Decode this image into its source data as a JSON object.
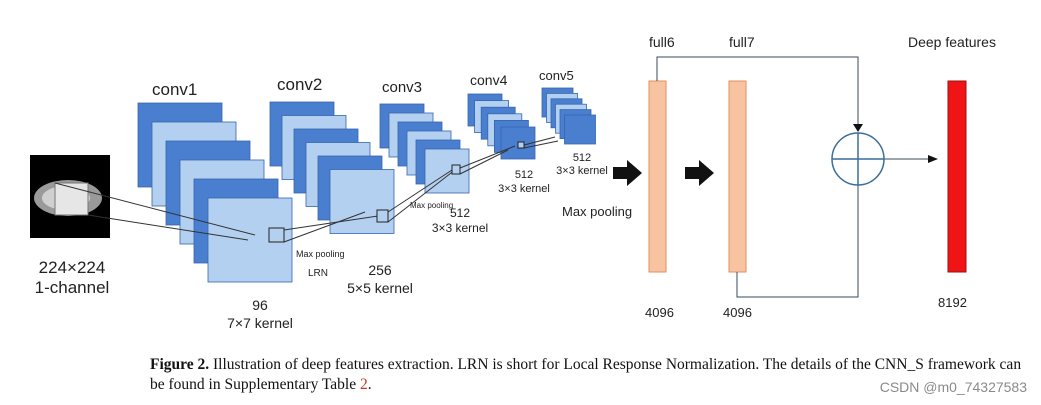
{
  "input": {
    "size_label": "224×224",
    "channel_label": "1-channel"
  },
  "layers": {
    "conv1": {
      "title": "conv1",
      "count": "96",
      "kernel": "7×7 kernel"
    },
    "conv2": {
      "title": "conv2",
      "count": "256",
      "kernel": "5×5 kernel"
    },
    "conv3": {
      "title": "conv3",
      "count": "512",
      "kernel": "3×3 kernel"
    },
    "conv4": {
      "title": "conv4",
      "count": "512",
      "kernel": "3×3 kernel"
    },
    "conv5": {
      "title": "conv5",
      "count": "512",
      "kernel": "3×3 kernel"
    }
  },
  "ops": {
    "max_pooling_small": "Max pooling",
    "lrn": "LRN",
    "max_pooling_large": "Max pooling"
  },
  "fc": {
    "full6": {
      "title": "full6",
      "units": "4096"
    },
    "full7": {
      "title": "full7",
      "units": "4096"
    }
  },
  "output": {
    "title": "Deep features",
    "units": "8192"
  },
  "caption": {
    "figure_label": "Figure 2.",
    "text": "Illustration of deep features extraction. LRN is short for Local Response Normalization. The details of the CNN_S framework can be found in Supplementary Table",
    "table_ref": "2",
    "end": "."
  },
  "watermark": "CSDN @m0_74327583",
  "colors": {
    "conv_dark": "#4a7fcf",
    "conv_light": "#b4d0f0",
    "fc_fill": "#f8c3a0",
    "fc_stroke": "#e0915f",
    "output_fill": "#f01414",
    "line": "#3a4a5c",
    "add_circle": "#3a6d99"
  }
}
